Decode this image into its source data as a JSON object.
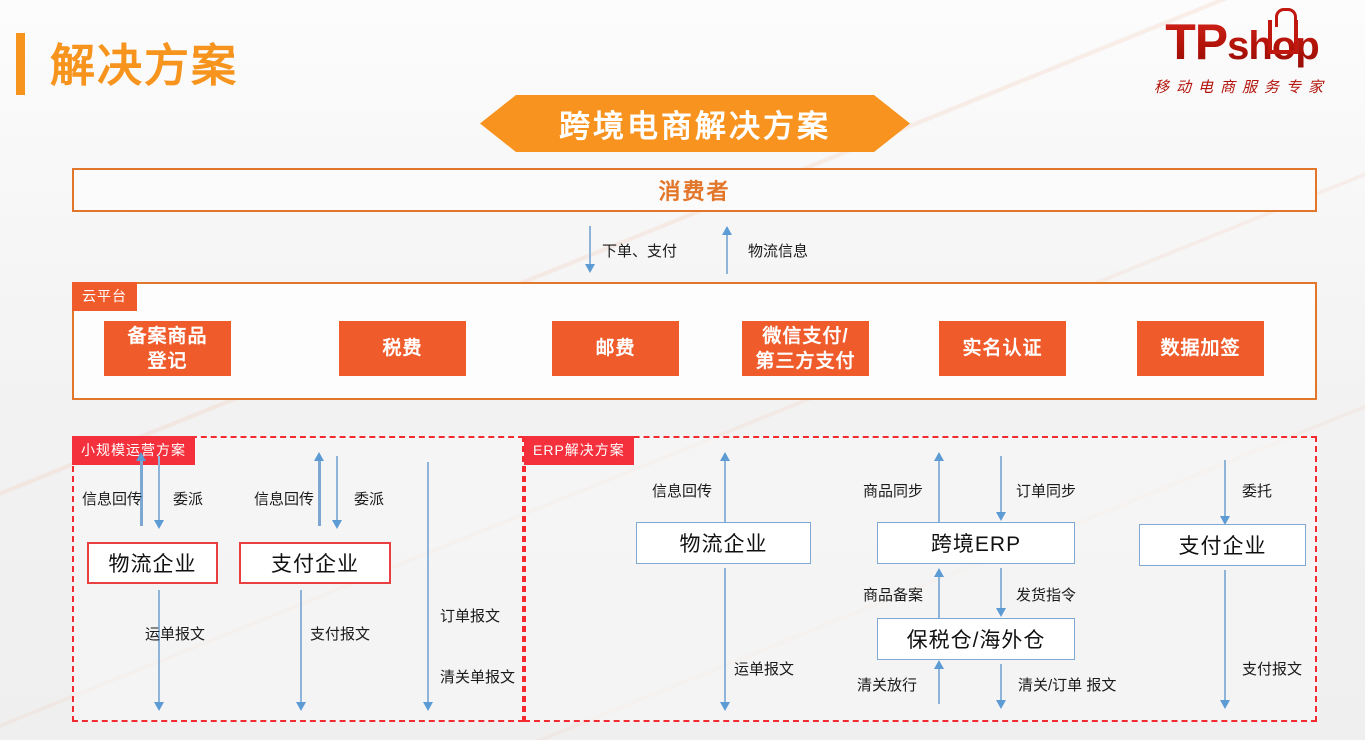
{
  "header": {
    "page_title": "解决方案",
    "logo": {
      "word_tp": "TP",
      "word_shop": "shop",
      "tagline": "移动电商服务专家"
    }
  },
  "banner": {
    "title": "跨境电商解决方案"
  },
  "consumer": {
    "label": "消费者"
  },
  "consumer_flows": [
    {
      "label": "下单、支付",
      "direction": "down"
    },
    {
      "label": "物流信息",
      "direction": "up"
    }
  ],
  "cloud_platform": {
    "label": "云平台",
    "services": [
      {
        "label": "备案商品\n登记",
        "line1": "备案商品",
        "line2": "登记"
      },
      {
        "label": "税费",
        "line1": "税费",
        "line2": ""
      },
      {
        "label": "邮费",
        "line1": "邮费",
        "line2": ""
      },
      {
        "label": "微信支付/\n第三方支付",
        "line1": "微信支付/",
        "line2": "第三方支付"
      },
      {
        "label": "实名认证",
        "line1": "实名认证",
        "line2": ""
      },
      {
        "label": "数据加签",
        "line1": "数据加签",
        "line2": ""
      }
    ]
  },
  "panels": [
    {
      "id": "small-scale",
      "label": "小规模运营方案",
      "boxes": [
        {
          "name": "logistics",
          "label": "物流企业"
        },
        {
          "name": "payment",
          "label": "支付企业"
        }
      ],
      "flows": [
        {
          "label": "信息回传",
          "direction": "up"
        },
        {
          "label": "委派",
          "direction": "down"
        },
        {
          "label": "信息回传",
          "direction": "up"
        },
        {
          "label": "委派",
          "direction": "down"
        },
        {
          "label": "运单报文",
          "direction": "down"
        },
        {
          "label": "支付报文",
          "direction": "down"
        },
        {
          "label": "订单报文",
          "direction": "down"
        },
        {
          "label": "清关单报文",
          "direction": "down"
        }
      ]
    },
    {
      "id": "erp",
      "label": "ERP解决方案",
      "boxes": [
        {
          "name": "logistics",
          "label": "物流企业"
        },
        {
          "name": "cross-border-erp",
          "label": "跨境ERP"
        },
        {
          "name": "bonded-warehouse",
          "label": "保税仓/海外仓"
        },
        {
          "name": "payment",
          "label": "支付企业"
        }
      ],
      "flows": [
        {
          "label": "信息回传",
          "direction": "up"
        },
        {
          "label": "运单报文",
          "direction": "down"
        },
        {
          "label": "商品同步",
          "direction": "up"
        },
        {
          "label": "订单同步",
          "direction": "down"
        },
        {
          "label": "商品备案",
          "direction": "up"
        },
        {
          "label": "发货指令",
          "direction": "down"
        },
        {
          "label": "清关放行",
          "direction": "up"
        },
        {
          "label": "清关/订单 报文",
          "direction": "down"
        },
        {
          "label": "委托",
          "direction": "down"
        },
        {
          "label": "支付报文",
          "direction": "down"
        }
      ]
    }
  ],
  "colors": {
    "orange": "#F7941E",
    "orange_box": "#EF5B2B",
    "orange_border": "#E2762B",
    "red_label": "#F4303C",
    "red_dashed": "#F42A31",
    "arrow_blue": "#5D9BD5",
    "box_blue_border": "#7FA9D2",
    "logo_red": "#B3140C"
  }
}
